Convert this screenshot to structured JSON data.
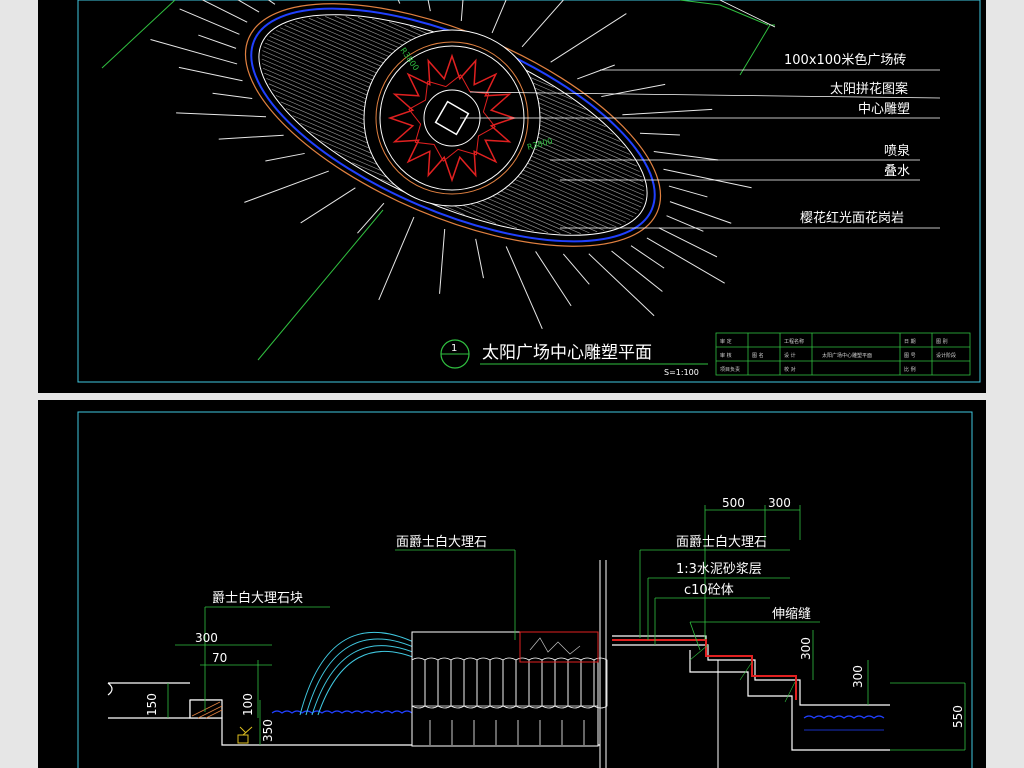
{
  "plan": {
    "callouts": {
      "tile": "100x100米色广场砖",
      "sun_pattern": "太阳拼花图案",
      "sculpture": "中心雕塑",
      "fountain": "喷泉",
      "cascade": "叠水",
      "granite": "樱花红光面花岗岩"
    },
    "dim_r1": "R3800",
    "dim_r2": "R3800",
    "title_number": "1",
    "title": "太阳广场中心雕塑平面",
    "scale": "S=1:100",
    "title_block_cells": [
      "审 定",
      "审 核",
      "项目负责",
      "工程名称",
      "设 计",
      "校 对",
      "图 名",
      "太阳广场中心雕塑平面",
      "日 期",
      "图 号",
      "比 例",
      "图 别",
      "设计阶段"
    ]
  },
  "section": {
    "labels": {
      "marble_top": "面爵士白大理石",
      "marble_right": "面爵士白大理石",
      "marble_block": "爵士白大理石块",
      "mortar": "1:3水泥砂浆层",
      "concrete": "c10砼体",
      "joint": "伸缩缝"
    },
    "dims": {
      "d500": "500",
      "d300_top": "300",
      "d300_left": "300",
      "d70": "70",
      "d150": "150",
      "d100": "100",
      "d350": "350",
      "d300_step1": "300",
      "d300_step2": "300",
      "d550": "550"
    }
  },
  "colors": {
    "background": "#000000",
    "frame": "#40c8e0",
    "outline": "#ffffff",
    "green": "#30c040",
    "sun_red": "#e02020",
    "blue": "#2040ff",
    "orange": "#e08040"
  }
}
